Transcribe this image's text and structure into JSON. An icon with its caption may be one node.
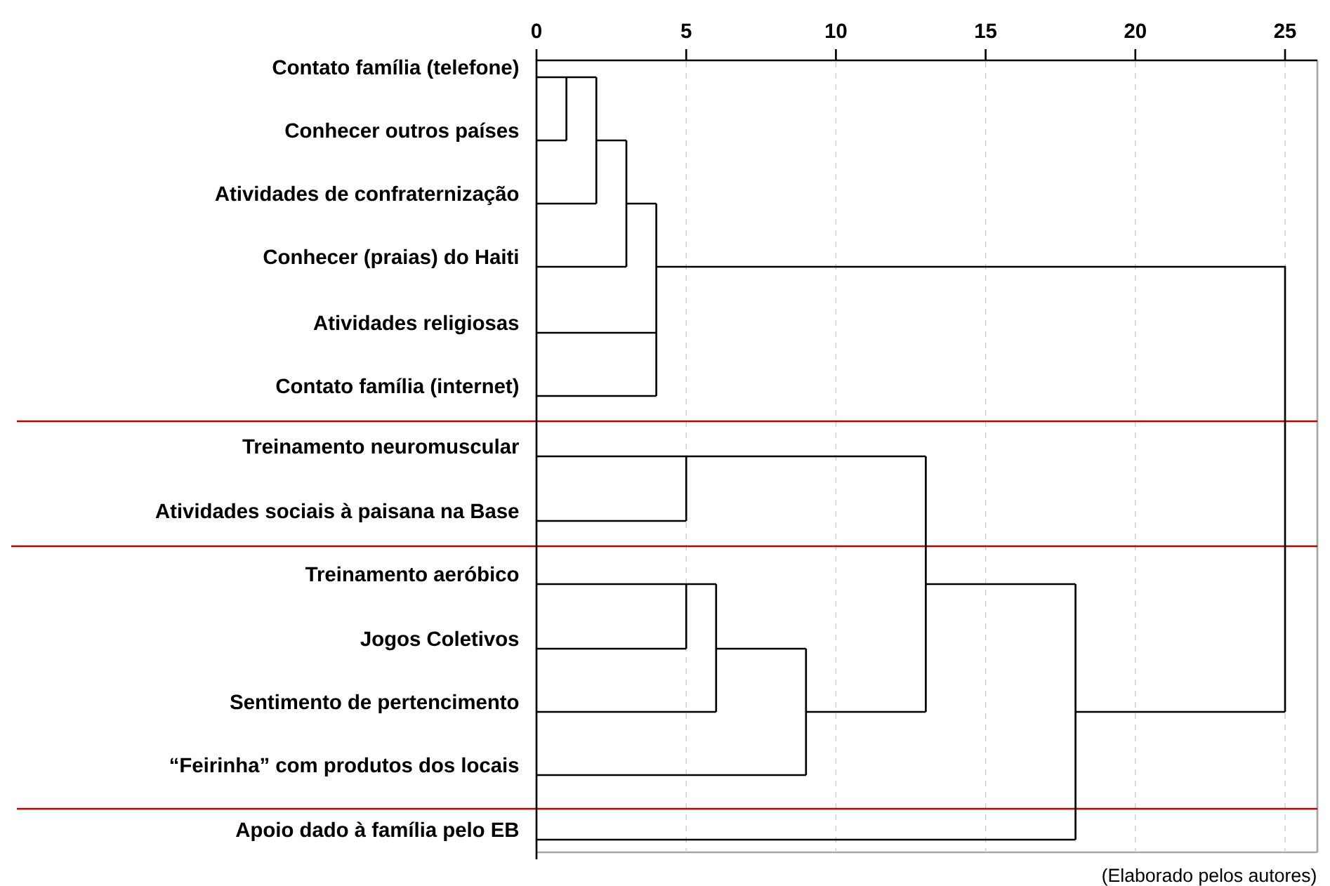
{
  "diagram": {
    "labels": [
      "0",
      "5",
      "10",
      "15",
      "20",
      "25",
      "Contato família (telefone)",
      "Conhecer outros países",
      "Atividades de confraternização",
      "Conhecer (praias) do Haiti",
      "Atividades religiosas",
      "Contato família (internet)",
      "Treinamento neuromuscular",
      "Atividades sociais à paisana na Base",
      "Treinamento aeróbico",
      "Jogos Coletivos",
      "Sentimento de pertencimento",
      "“Feirinha” com produtos dos locais",
      "Apoio dado à família pelo EB",
      "(Elaborado pelos autores)"
    ]
  }
}
